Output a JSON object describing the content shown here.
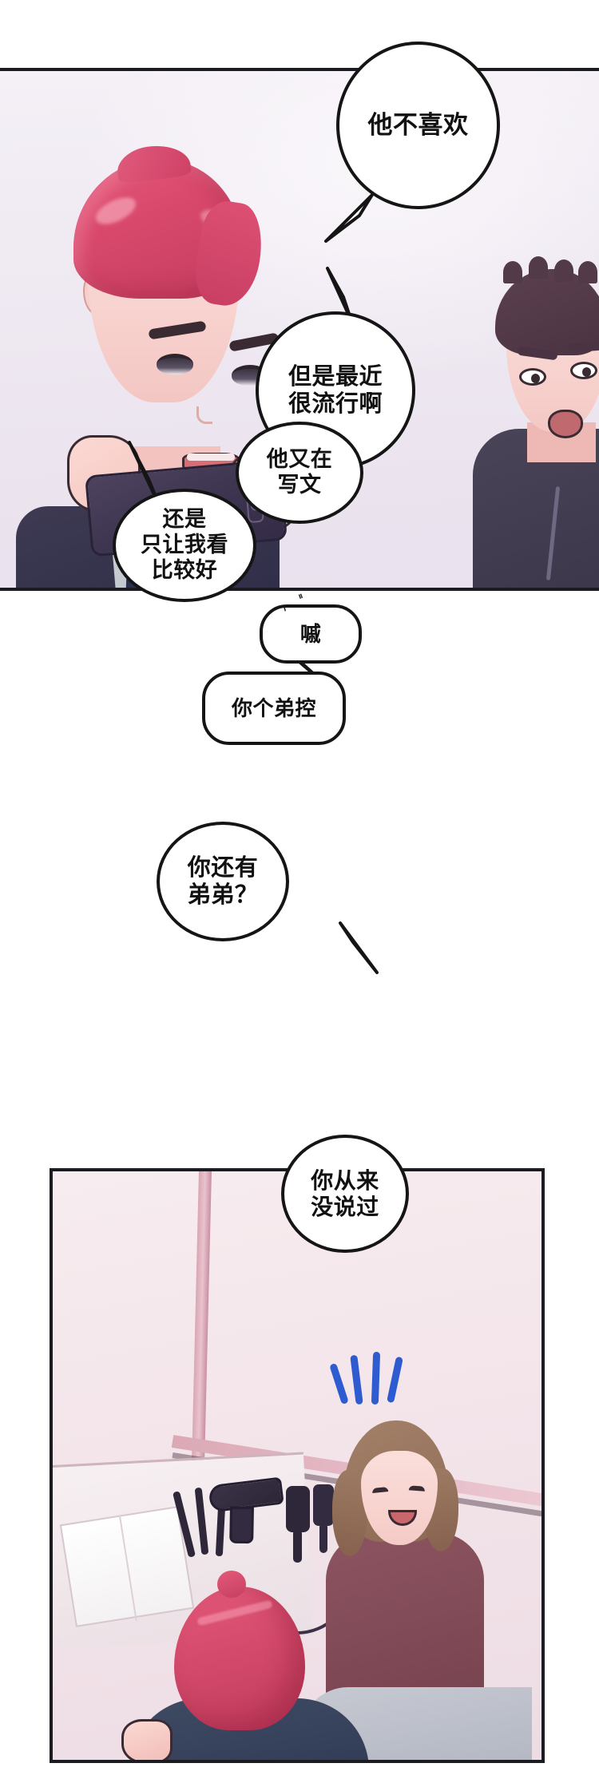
{
  "page": {
    "title": "Webtoon comic page",
    "language": "zh-CN",
    "background_color": "#ffffff",
    "ink_color": "#151515"
  },
  "panels": [
    {
      "id": "panel-1",
      "caption": "Two men indoors; the red-haired man in a suit holds up a smartphone to take a photo while the dark-haired man in a hoodie holding a glass looks over."
    },
    {
      "id": "panel-2",
      "caption": "Hair salon interior: a smiling brown-haired woman stands behind a seated red-haired man whose hair is in a small bun; hairdryer, combs and brushes sit on the counter by the window."
    }
  ],
  "bubbles": [
    {
      "id": "bubble-1",
      "shape": "ellipse",
      "text": "他不喜欢",
      "tail": "down-left"
    },
    {
      "id": "bubble-2",
      "shape": "ellipse",
      "text": "但是最近\n很流行啊",
      "tail": "up-left"
    },
    {
      "id": "bubble-3",
      "shape": "ellipse",
      "text": "他又在\n写文",
      "tail": "none"
    },
    {
      "id": "bubble-4",
      "shape": "ellipse",
      "text": "还是\n只让我看\n比较好",
      "tail": "up-left"
    },
    {
      "id": "bubble-5",
      "shape": "rounded-rect",
      "text": "嘁",
      "tail": "down"
    },
    {
      "id": "bubble-6",
      "shape": "rounded-rect",
      "text": "你个弟控",
      "tail": "up-right"
    },
    {
      "id": "bubble-7",
      "shape": "ellipse",
      "text": "你还有\n弟弟？",
      "tail": "down-right"
    },
    {
      "id": "bubble-8",
      "shape": "ellipse",
      "text": "你从来\n没说过",
      "tail": "none"
    }
  ],
  "effects": {
    "sparkle_label": "camera-flash-sparkle",
    "sweat_drops": "ᵔ ᵕ",
    "excitement_lines_color": "#2f5bd0"
  }
}
